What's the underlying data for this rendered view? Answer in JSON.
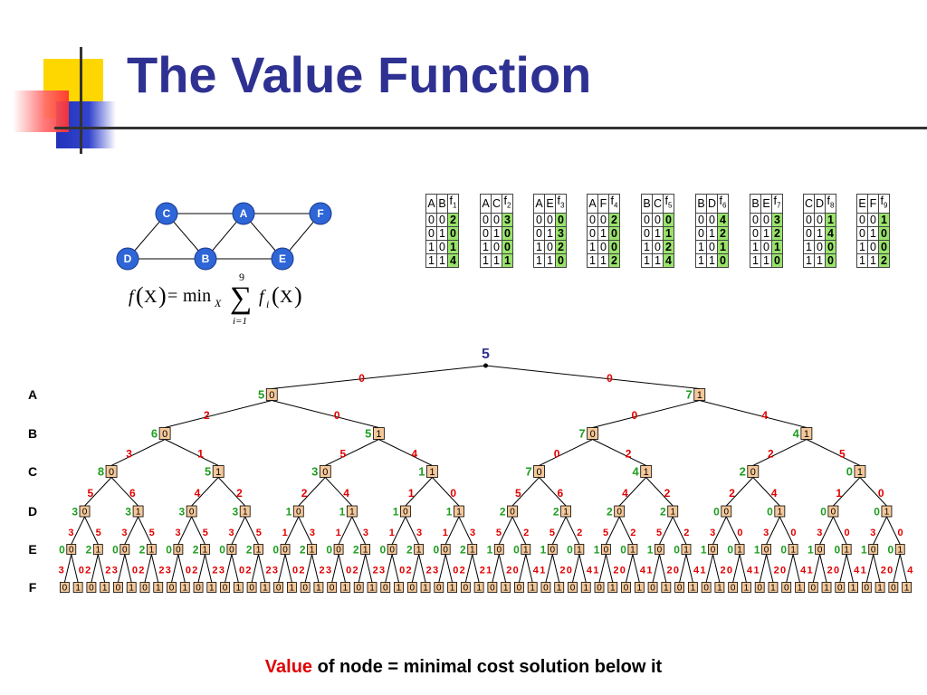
{
  "slide": {
    "title": "The Value Function",
    "footer_highlight": "Value",
    "footer_rest": " of node = minimal cost solution below it"
  },
  "colors": {
    "title": "#2e3192",
    "cost_edge": "#e00000",
    "node_value": "#1e9e1e",
    "root_value": "#2e3192",
    "node_box": "#f5c89a",
    "table_highlight": "#99e36b",
    "deco_yellow": "#ffd700",
    "deco_red": "#ff4b4b",
    "deco_blue": "#3344cc"
  },
  "graph": {
    "nodes": [
      "C",
      "A",
      "F",
      "D",
      "B",
      "E"
    ],
    "edges": [
      [
        "C",
        "A"
      ],
      [
        "A",
        "F"
      ],
      [
        "C",
        "D"
      ],
      [
        "C",
        "B"
      ],
      [
        "A",
        "B"
      ],
      [
        "A",
        "E"
      ],
      [
        "F",
        "E"
      ],
      [
        "D",
        "B"
      ],
      [
        "B",
        "E"
      ]
    ]
  },
  "formula": {
    "lhs": "f",
    "var": "X",
    "eq": "=",
    "min": "min",
    "sub": "X",
    "sum_top": "9",
    "sum_bottom": "i=1",
    "term": "f",
    "term_sub": "i"
  },
  "factor_tables": [
    {
      "vars": [
        "A",
        "B"
      ],
      "f": "f",
      "idx": "1",
      "rows": [
        [
          0,
          0,
          2
        ],
        [
          0,
          1,
          0
        ],
        [
          1,
          0,
          1
        ],
        [
          1,
          1,
          4
        ]
      ]
    },
    {
      "vars": [
        "A",
        "C"
      ],
      "f": "f",
      "idx": "2",
      "rows": [
        [
          0,
          0,
          3
        ],
        [
          0,
          1,
          0
        ],
        [
          1,
          0,
          0
        ],
        [
          1,
          1,
          1
        ]
      ]
    },
    {
      "vars": [
        "A",
        "E"
      ],
      "f": "f",
      "idx": "3",
      "rows": [
        [
          0,
          0,
          0
        ],
        [
          0,
          1,
          3
        ],
        [
          1,
          0,
          2
        ],
        [
          1,
          1,
          0
        ]
      ]
    },
    {
      "vars": [
        "A",
        "F"
      ],
      "f": "f",
      "idx": "4",
      "rows": [
        [
          0,
          0,
          2
        ],
        [
          0,
          1,
          0
        ],
        [
          1,
          0,
          0
        ],
        [
          1,
          1,
          2
        ]
      ]
    },
    {
      "vars": [
        "B",
        "C"
      ],
      "f": "f",
      "idx": "5",
      "rows": [
        [
          0,
          0,
          0
        ],
        [
          0,
          1,
          1
        ],
        [
          1,
          0,
          2
        ],
        [
          1,
          1,
          4
        ]
      ]
    },
    {
      "vars": [
        "B",
        "D"
      ],
      "f": "f",
      "idx": "6",
      "rows": [
        [
          0,
          0,
          4
        ],
        [
          0,
          1,
          2
        ],
        [
          1,
          0,
          1
        ],
        [
          1,
          1,
          0
        ]
      ]
    },
    {
      "vars": [
        "B",
        "E"
      ],
      "f": "f",
      "idx": "7",
      "rows": [
        [
          0,
          0,
          3
        ],
        [
          0,
          1,
          2
        ],
        [
          1,
          0,
          1
        ],
        [
          1,
          1,
          0
        ]
      ]
    },
    {
      "vars": [
        "C",
        "D"
      ],
      "f": "f",
      "idx": "8",
      "rows": [
        [
          0,
          0,
          1
        ],
        [
          0,
          1,
          4
        ],
        [
          1,
          0,
          0
        ],
        [
          1,
          1,
          0
        ]
      ]
    },
    {
      "vars": [
        "E",
        "F"
      ],
      "f": "f",
      "idx": "9",
      "rows": [
        [
          0,
          0,
          1
        ],
        [
          0,
          1,
          0
        ],
        [
          1,
          0,
          0
        ],
        [
          1,
          1,
          2
        ]
      ]
    }
  ],
  "tree": {
    "root_value": "5",
    "levels": [
      "A",
      "B",
      "C",
      "D",
      "E",
      "F"
    ],
    "values": [
      [
        5,
        7
      ],
      [
        6,
        5,
        7,
        4
      ],
      [
        8,
        5,
        3,
        1,
        7,
        4,
        2,
        0
      ],
      [
        3,
        3,
        3,
        3,
        1,
        1,
        1,
        1,
        2,
        2,
        2,
        2,
        0,
        0,
        0,
        0
      ],
      [
        0,
        2,
        0,
        2,
        0,
        2,
        0,
        2,
        0,
        2,
        0,
        2,
        0,
        2,
        0,
        2,
        1,
        0,
        1,
        0,
        1,
        0,
        1,
        0,
        1,
        0,
        1,
        0,
        1,
        0,
        1,
        0
      ]
    ],
    "edge_costs": [
      [
        0,
        0
      ],
      [
        2,
        0,
        0,
        4
      ],
      [
        3,
        1,
        5,
        4,
        0,
        2,
        2,
        5
      ],
      [
        5,
        6,
        4,
        2,
        2,
        4,
        1,
        0,
        5,
        6,
        4,
        2,
        2,
        4,
        1,
        0
      ],
      [
        3,
        5,
        3,
        5,
        3,
        5,
        3,
        5,
        1,
        3,
        1,
        3,
        1,
        3,
        1,
        3,
        5,
        2,
        5,
        2,
        5,
        2,
        5,
        2,
        3,
        0,
        3,
        0,
        3,
        0,
        3,
        0
      ],
      [
        3,
        0,
        2,
        2,
        3,
        0,
        2,
        2,
        3,
        0,
        2,
        2,
        3,
        0,
        2,
        2,
        3,
        0,
        2,
        2,
        3,
        0,
        2,
        2,
        3,
        0,
        2,
        2,
        3,
        0,
        2,
        2,
        1,
        2,
        0,
        4,
        1,
        2,
        0,
        4,
        1,
        2,
        0,
        4,
        1,
        2,
        0,
        4,
        1,
        2,
        0,
        4,
        1,
        2,
        0,
        4,
        1,
        2,
        0,
        4,
        1,
        2,
        0,
        4
      ]
    ],
    "leaf_assignment_labels": [
      "0",
      "1"
    ]
  }
}
